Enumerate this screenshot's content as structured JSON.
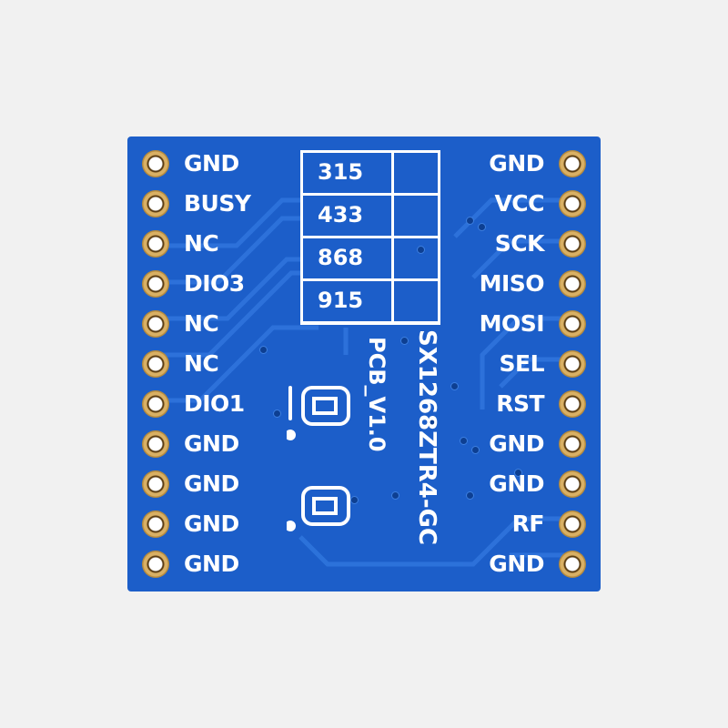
{
  "board": {
    "color": "#1c5ec9",
    "left_pins": [
      "GND",
      "BUSY",
      "NC",
      "DIO3",
      "NC",
      "NC",
      "DIO1",
      "GND",
      "GND",
      "GND",
      "GND"
    ],
    "right_pins": [
      "GND",
      "VCC",
      "SCK",
      "MISO",
      "MOSI",
      "SEL",
      "RST",
      "GND",
      "GND",
      "RF",
      "GND"
    ],
    "freq_options": [
      "315",
      "433",
      "868",
      "915"
    ],
    "model": "SX1268ZTR4-GC",
    "pcb_version": "PCB_V1.0"
  }
}
